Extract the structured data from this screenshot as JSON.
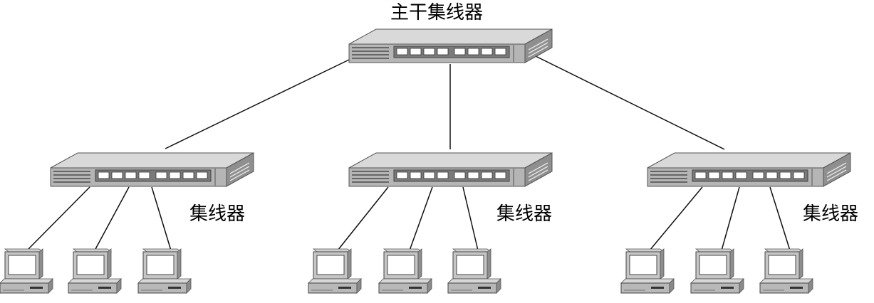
{
  "labels": {
    "backbone": "主干集线器",
    "hub": "集线器"
  },
  "topology": {
    "backbone_hub": 1,
    "hubs": 3,
    "pcs_per_hub": 3
  },
  "colors": {
    "line": "#111111",
    "device_body": "#bdbdbd",
    "device_dark": "#6d6d6d",
    "port": "#ffffff",
    "monitor_screen": "#ffffff"
  }
}
